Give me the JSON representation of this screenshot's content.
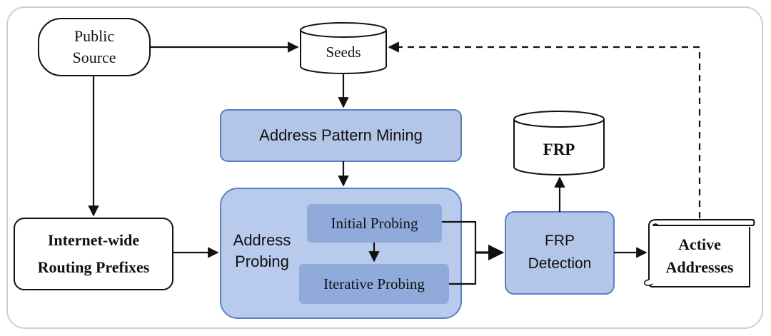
{
  "nodes": {
    "public_source": "Public Source",
    "seeds": "Seeds",
    "address_pattern_mining": "Address Pattern Mining",
    "frp_db": "FRP",
    "internet_wide": "Internet-wide Routing Prefixes",
    "address_probing": "Address Probing",
    "initial_probing": "Initial Probing",
    "iterative_probing": "Iterative Probing",
    "frp_detection": "FRP Detection",
    "active_addresses": "Active Addresses"
  },
  "colors": {
    "box_fill": "#b4c6e7",
    "box_stroke": "#5b80c2",
    "inner_fill": "#90abdb",
    "outer_fill": "#b9cbec",
    "line": "#111111"
  }
}
